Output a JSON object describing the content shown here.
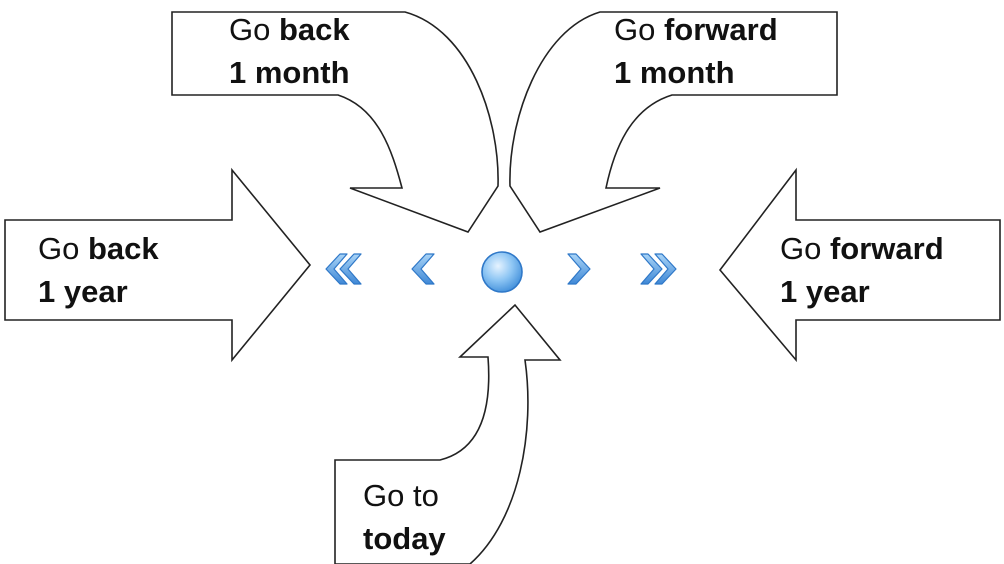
{
  "callouts": {
    "back_month": {
      "line1_normal": "Go ",
      "line1_bold": "back",
      "line2": "1 month"
    },
    "forward_month": {
      "line1_normal": "Go ",
      "line1_bold": "forward",
      "line2": "1 month"
    },
    "back_year": {
      "line1_normal": "Go ",
      "line1_bold": "back",
      "line2": "1 year"
    },
    "forward_year": {
      "line1_normal": "Go ",
      "line1_bold": "forward",
      "line2": "1 year"
    },
    "today": {
      "line1": "Go to",
      "line2": "today"
    }
  },
  "controls": [
    {
      "name": "back-year-button",
      "icon": "double-chevron-left-icon"
    },
    {
      "name": "back-month-button",
      "icon": "chevron-left-icon"
    },
    {
      "name": "today-button",
      "icon": "circle-icon"
    },
    {
      "name": "forward-month-button",
      "icon": "chevron-right-icon"
    },
    {
      "name": "forward-year-button",
      "icon": "double-chevron-right-icon"
    }
  ],
  "colors": {
    "icon_fill": "#6fb3ee",
    "icon_stroke": "#2f78c8",
    "icon_light": "#cfe6fb",
    "arrow_stroke": "#222222"
  }
}
